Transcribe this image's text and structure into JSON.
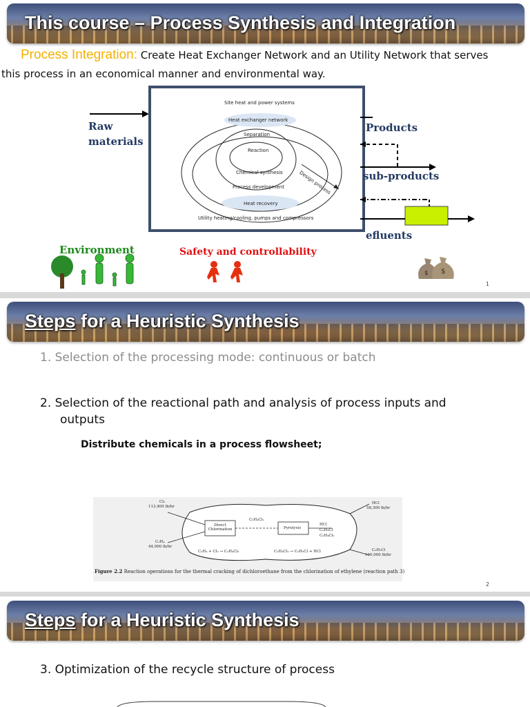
{
  "slide1": {
    "title": "This course – Process Synthesis and Integration",
    "highlight": "Process Integration:",
    "intro_line1": " Create Heat Exchanger Network and an Utility Network that serves",
    "intro_line2": "this process in an economical manner and environmental way.",
    "onion": {
      "site": "Site heat and power systems",
      "hen": "Heat exchanger network",
      "separation": "Separation",
      "reaction": "Reaction",
      "chemical": "Chemical synthesis",
      "development": "Process development",
      "recovery": "Heat recovery",
      "design": "Design process",
      "utility": "Utility heating/cooling, pumps and compressors"
    },
    "raw_materials_line1": "Raw",
    "raw_materials_line2": "materials",
    "products": "Products",
    "sub_products": "sub-products",
    "effluents": "efluents",
    "environment": "Environment",
    "safety": "Safety and controllability",
    "money_icon": "money-bag-icon",
    "page": "1"
  },
  "slide2": {
    "title_underlined": "Steps",
    "title_rest": " for a Heuristic Synthesis",
    "item1": "1. Selection of the processing mode: continuous or batch",
    "item2_line1": "2. Selection of the reactional path and analysis of process inputs and",
    "item2_line2": "outputs",
    "sub": "Distribute chemicals in a process flowsheet;",
    "figure": {
      "cl2": "Cl₂",
      "cl2_flow": "113,400 lb/hr",
      "c2h4": "C₂H₄",
      "c2h4_flow": "44,900 lb/hr",
      "direct_line1": "Direct",
      "direct_line2": "Chlorination",
      "c2h4cl2": "C₂H₄Cl₂",
      "pyrolysis": "Pyrolysis",
      "out_hcl": "HCl",
      "out_c2h3cl": "C₂H₃Cl",
      "out_c2h4cl2": "C₂H₄Cl₂",
      "reaction1": "C₂H₄ + Cl₂ → C₂H₄Cl₂",
      "reaction2": "C₂H₄Cl₂ → C₂H₃Cl + HCl",
      "hcl": "HCl",
      "hcl_flow": "58,300 lb/hr",
      "c2h3cl": "C₂H₃Cl",
      "c2h3cl_flow": "100,000 lb/hr",
      "caption_bold": "Figure 2.2",
      "caption": "  Reaction operations for the thermal cracking of dichloroethane from the chlorination of ethylene (reaction path 3)"
    },
    "page": "2"
  },
  "slide3": {
    "title_underlined": "Steps",
    "title_rest": " for a Heuristic Synthesis",
    "item3": "3. Optimization of the recycle structure of process"
  },
  "colors": {
    "highlight": "#f3b000",
    "label_blue": "#253a63",
    "environment_green": "#1d8a1d",
    "safety_red": "#e01010",
    "effluent_box": "#c8f000"
  }
}
